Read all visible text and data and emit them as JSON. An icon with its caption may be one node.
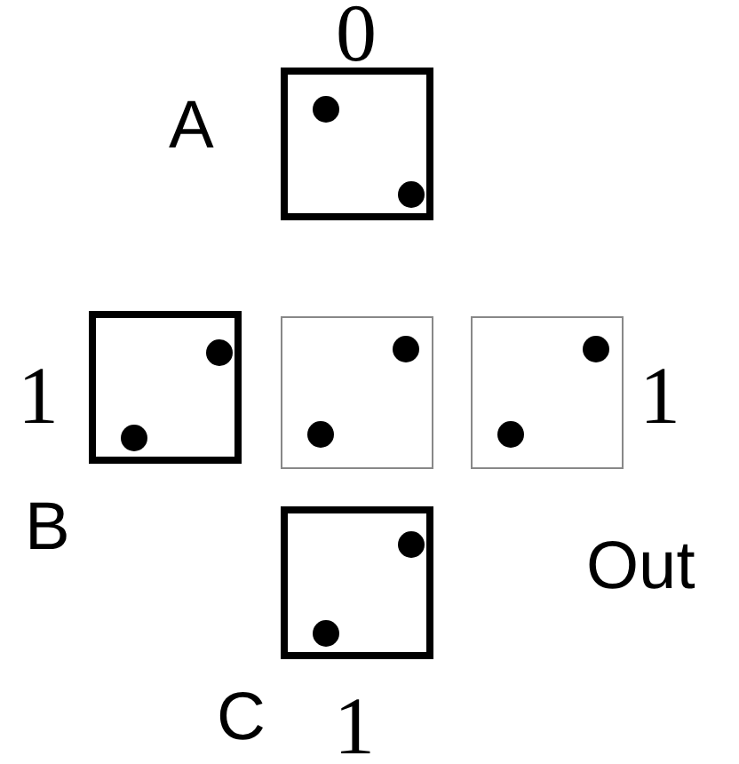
{
  "diagram": {
    "nodes": [
      {
        "text": [],
        "shape": "box",
        "beside": [
          "0",
          "A"
        ]
      },
      {
        "text": [],
        "shape": "box",
        "beside": [
          "1",
          "B"
        ]
      },
      {
        "text": [],
        "shape": "box"
      },
      {
        "text": [],
        "shape": "box",
        "beside": [
          "1",
          "Out"
        ]
      },
      {
        "text": [],
        "shape": "box",
        "beside": [
          "C",
          "1"
        ]
      }
    ]
  }
}
